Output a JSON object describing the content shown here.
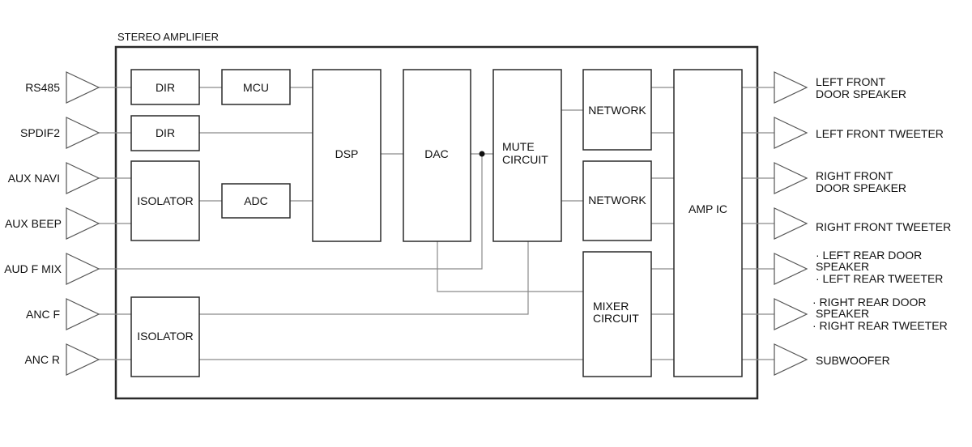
{
  "diagram": {
    "title": "STEREO AMPLIFIER",
    "inputs": [
      "RS485",
      "SPDIF2",
      "AUX NAVI",
      "AUX BEEP",
      "AUD F MIX",
      "ANC F",
      "ANC R"
    ],
    "blocks": {
      "dir_1": "DIR",
      "dir_2": "DIR",
      "mcu": "MCU",
      "isolator_1": "ISOLATOR",
      "adc": "ADC",
      "isolator_2": "ISOLATOR",
      "dsp": "DSP",
      "dac": "DAC",
      "mute_line1": "MUTE",
      "mute_line2": "CIRCUIT",
      "network_1": "NETWORK",
      "network_2": "NETWORK",
      "mixer_line1": "MIXER",
      "mixer_line2": "CIRCUIT",
      "amp_ic": "AMP IC"
    },
    "outputs": [
      {
        "lines": [
          "LEFT FRONT",
          "DOOR SPEAKER"
        ]
      },
      {
        "lines": [
          "LEFT FRONT TWEETER"
        ]
      },
      {
        "lines": [
          "RIGHT FRONT",
          "DOOR SPEAKER"
        ]
      },
      {
        "lines": [
          "RIGHT FRONT TWEETER"
        ]
      },
      {
        "lines": [
          "· LEFT REAR DOOR",
          "SPEAKER",
          "· LEFT REAR TWEETER"
        ]
      },
      {
        "lines": [
          "· RIGHT REAR DOOR",
          "SPEAKER",
          "· RIGHT REAR TWEETER"
        ]
      },
      {
        "lines": [
          "SUBWOOFER"
        ]
      }
    ]
  }
}
